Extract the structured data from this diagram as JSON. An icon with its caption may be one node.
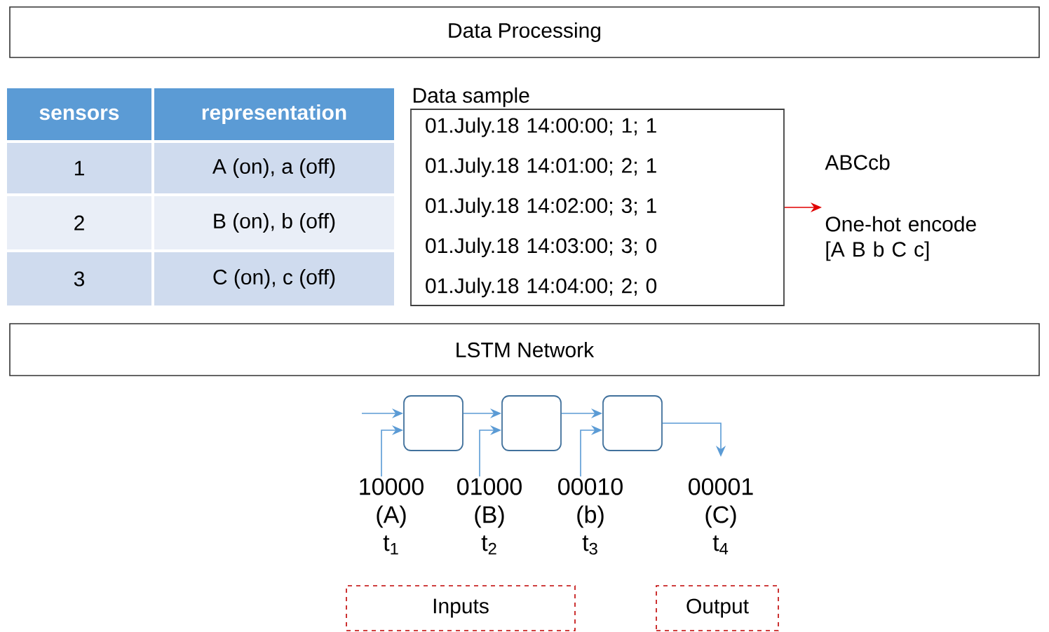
{
  "diagram": {
    "nodes": [
      {
        "text": [
          "Data Processing"
        ]
      },
      {
        "text": [
          "Data sample",
          "01.July.18 14:00:00;  1; 1",
          "01.July.18 14:01:00;  2; 1",
          "01.July.18 14:02:00;  3; 1",
          "01.July.18 14:03:00;  3; 0",
          "01.July.18 14:04:00;  2; 0"
        ]
      },
      {
        "text": [
          "ABCcb",
          "One-hot encode [A B b C c]"
        ]
      },
      {
        "text": [
          "LSTM Network"
        ]
      },
      {
        "text": [],
        "shape": "box"
      },
      {
        "text": [],
        "shape": "box"
      },
      {
        "text": [],
        "shape": "box"
      },
      {
        "text": [
          "Inputs"
        ]
      },
      {
        "text": [
          "Output"
        ]
      },
      {
        "text": [
          "10000",
          "(A)",
          "t$_{1}$"
        ]
      },
      {
        "text": [
          "01000",
          "(B)",
          "t$_{2}$"
        ]
      },
      {
        "text": [
          "00010",
          "(b)",
          "t$_{3}$"
        ]
      },
      {
        "text": [
          "00001",
          "(C)",
          "t$_{4}$"
        ]
      }
    ],
    "edges": [
      {
        "from": 1,
        "to": 2,
        "arrow": "to",
        "color": "#e00000"
      },
      {
        "from": null,
        "to": 4,
        "arrow": "to"
      },
      {
        "from": 4,
        "to": 5,
        "arrow": "to"
      },
      {
        "from": 5,
        "to": 6,
        "arrow": "to"
      },
      {
        "from": 9,
        "to": 4,
        "arrow": "to"
      },
      {
        "from": 10,
        "to": 5,
        "arrow": "to"
      },
      {
        "from": 11,
        "to": 6,
        "arrow": "to"
      },
      {
        "from": 6,
        "to": 12,
        "arrow": "to"
      }
    ],
    "labels": [
      "sensors",
      "representation",
      "1",
      "A (on), a (off)",
      "2",
      "B (on), b (off)",
      "3",
      "C (on), c (off)"
    ]
  }
}
